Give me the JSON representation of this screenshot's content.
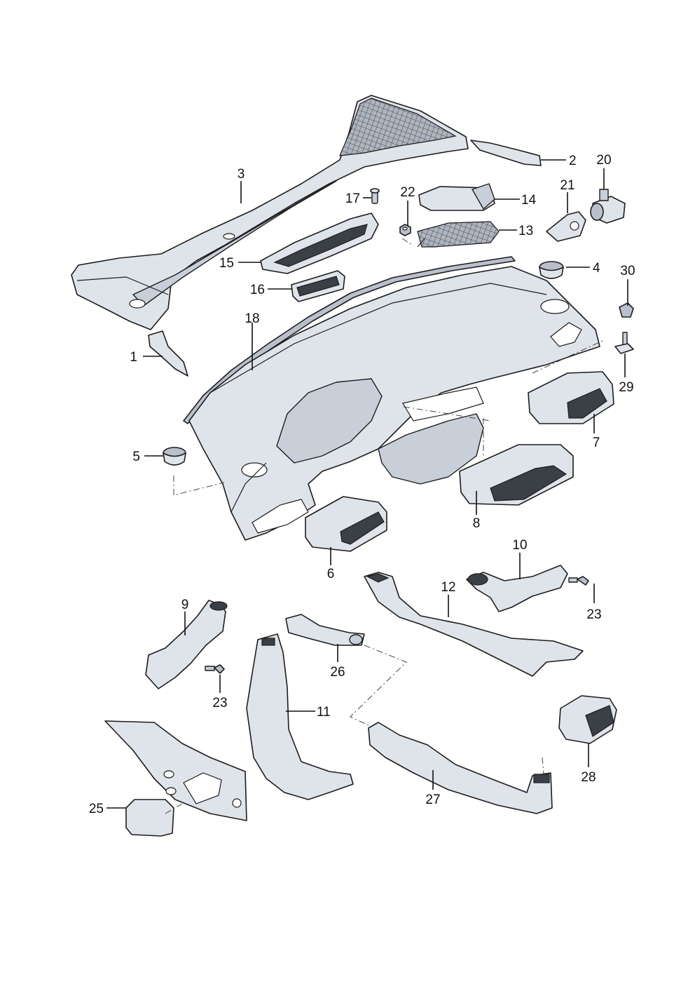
{
  "callouts": [
    {
      "id": "c1",
      "label": "1"
    },
    {
      "id": "c2",
      "label": "2"
    },
    {
      "id": "c3",
      "label": "3"
    },
    {
      "id": "c4",
      "label": "4"
    },
    {
      "id": "c5",
      "label": "5"
    },
    {
      "id": "c6",
      "label": "6"
    },
    {
      "id": "c7",
      "label": "7"
    },
    {
      "id": "c8",
      "label": "8"
    },
    {
      "id": "c9",
      "label": "9"
    },
    {
      "id": "c10",
      "label": "10"
    },
    {
      "id": "c11",
      "label": "11"
    },
    {
      "id": "c12",
      "label": "12"
    },
    {
      "id": "c13",
      "label": "13"
    },
    {
      "id": "c14",
      "label": "14"
    },
    {
      "id": "c15",
      "label": "15"
    },
    {
      "id": "c16",
      "label": "16"
    },
    {
      "id": "c17",
      "label": "17"
    },
    {
      "id": "c18",
      "label": "18"
    },
    {
      "id": "c20",
      "label": "20"
    },
    {
      "id": "c21",
      "label": "21"
    },
    {
      "id": "c22",
      "label": "22"
    },
    {
      "id": "c23a",
      "label": "23"
    },
    {
      "id": "c23b",
      "label": "23"
    },
    {
      "id": "c25",
      "label": "25"
    },
    {
      "id": "c26",
      "label": "26"
    },
    {
      "id": "c27",
      "label": "27"
    },
    {
      "id": "c28",
      "label": "28"
    },
    {
      "id": "c29",
      "label": "29"
    },
    {
      "id": "c30",
      "label": "30"
    }
  ]
}
